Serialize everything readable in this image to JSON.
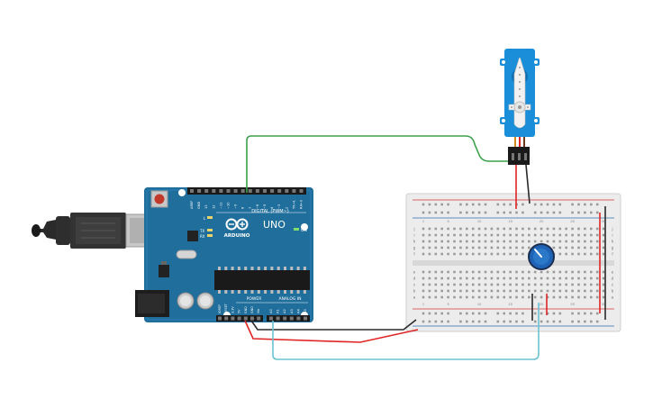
{
  "arduino": {
    "brand": "ARDUINO",
    "model": "UNO",
    "digital_header_label": "DIGITAL (PWM~)",
    "power_label": "POWER",
    "analog_label": "ANALOG IN",
    "on_label": "ON",
    "tx_label": "TX",
    "rx_label": "RX",
    "l_label": "L",
    "digital_pins": [
      "AREF",
      "GND",
      "13",
      "12",
      "~11",
      "~10",
      "~9",
      "8",
      "7",
      "~6",
      "~5",
      "4",
      "~3",
      "2",
      "TX→1",
      "RX←0"
    ],
    "power_pins": [
      "IOREF",
      "RESET",
      "3.3V",
      "5V",
      "GND",
      "GND",
      "Vin"
    ],
    "analog_pins": [
      "A0",
      "A1",
      "A2",
      "A3",
      "A4",
      "A5"
    ]
  },
  "breadboard": {
    "row_letters_top": [
      "j",
      "i",
      "h",
      "g",
      "f"
    ],
    "row_letters_bottom": [
      "e",
      "d",
      "c",
      "b",
      "a"
    ],
    "column_numbers": [
      "1",
      "5",
      "10",
      "15",
      "20",
      "25",
      "30"
    ]
  },
  "colors": {
    "board_blue": "#1f6e9c",
    "board_dark": "#16597f",
    "breadboard": "#ececec",
    "rail_red": "#d9383a",
    "rail_blue": "#2a6fb5",
    "wire_green": "#3aa14a",
    "wire_red": "#e02424",
    "wire_black": "#2a2a2a",
    "wire_cyan": "#6cc3d2",
    "servo_blue": "#1a8ed8",
    "pot_blue": "#1e63b5"
  },
  "components": {
    "servo": "servo-icon",
    "potentiometer": "potentiometer-icon",
    "usb_cable": "usb-cable-icon",
    "power_jack": "power-jack-icon"
  }
}
